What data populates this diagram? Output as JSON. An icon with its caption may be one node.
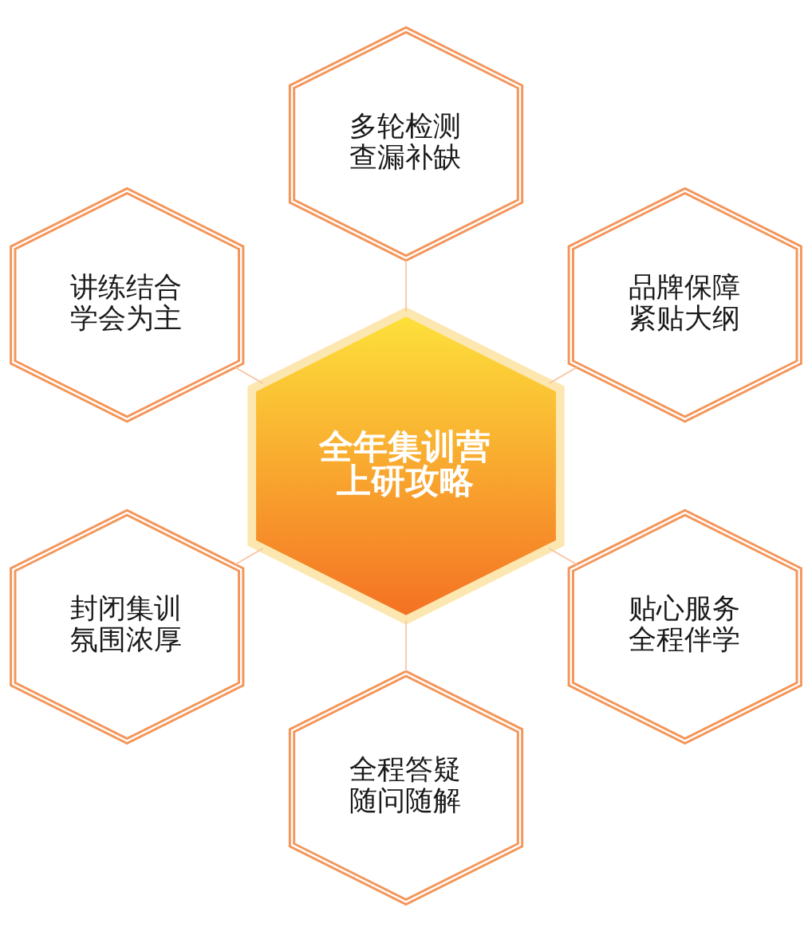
{
  "diagram": {
    "nodes": [
      {
        "text": [
          "多轮检测",
          "查漏补缺"
        ]
      },
      {
        "text": [
          "讲练结合",
          "学会为主"
        ]
      },
      {
        "text": [
          "品牌保障",
          "紧贴大纲"
        ]
      },
      {
        "text": [
          "全年集训营",
          "上研攻略"
        ]
      },
      {
        "text": [
          "封闭集训",
          "氛围浓厚"
        ]
      },
      {
        "text": [
          "贴心服务",
          "全程伴学"
        ]
      },
      {
        "text": [
          "全程答疑",
          "随问随解"
        ]
      }
    ],
    "edges": [
      {
        "from": 3,
        "to": 0,
        "arrow": "none"
      },
      {
        "from": 3,
        "to": 2,
        "arrow": "none"
      },
      {
        "from": 3,
        "to": 5,
        "arrow": "none"
      },
      {
        "from": 3,
        "to": 6,
        "arrow": "none"
      },
      {
        "from": 3,
        "to": 4,
        "arrow": "none"
      },
      {
        "from": 3,
        "to": 1,
        "arrow": "none"
      }
    ]
  }
}
